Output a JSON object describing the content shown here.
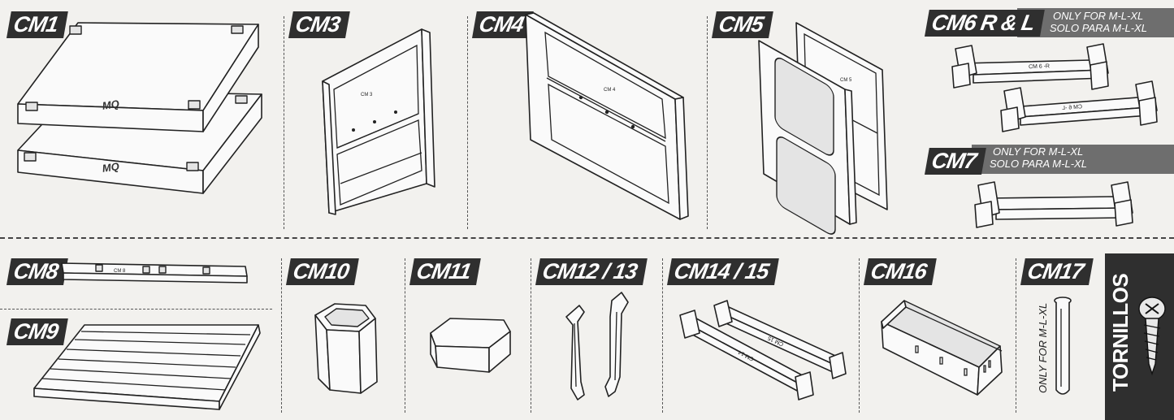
{
  "parts": {
    "cm1": "CM1",
    "cm3": "CM3",
    "cm4": "CM4",
    "cm5": "CM5",
    "cm6": "CM6 R & L",
    "cm7": "CM7",
    "cm8": "CM8",
    "cm9": "CM9",
    "cm10": "CM10",
    "cm11": "CM11",
    "cm12_13": "CM12 / 13",
    "cm14_15": "CM14 / 15",
    "cm16": "CM16",
    "cm17": "CM17"
  },
  "notes": {
    "cm6_line1": "ONLY FOR M-L-XL",
    "cm6_line2": "SOLO PARA M-L-XL",
    "cm7_line1": "ONLY FOR M-L-XL",
    "cm7_line2": "SOLO PARA M-L-XL",
    "cm17_vertical": "ONLY FOR M-L-XL",
    "tornillos": "TORNILLOS"
  },
  "embossed": {
    "shelf_logo": "MQ",
    "cm3_mark": "CM 3",
    "cm4_mark": "CM 4",
    "cm5_mark": "CM 5",
    "cm6_mark_r": "CM 6 -R",
    "cm6_mark_l": "CM 6 -L",
    "cm8_mark": "CM 8",
    "cm14_mark": "CM 14",
    "cm15_mark": "CM 15"
  },
  "colors": {
    "badge": "#2f2f2f",
    "note_bar": "#6e6e6e",
    "background": "#f2f1ee",
    "line": "#222222"
  }
}
